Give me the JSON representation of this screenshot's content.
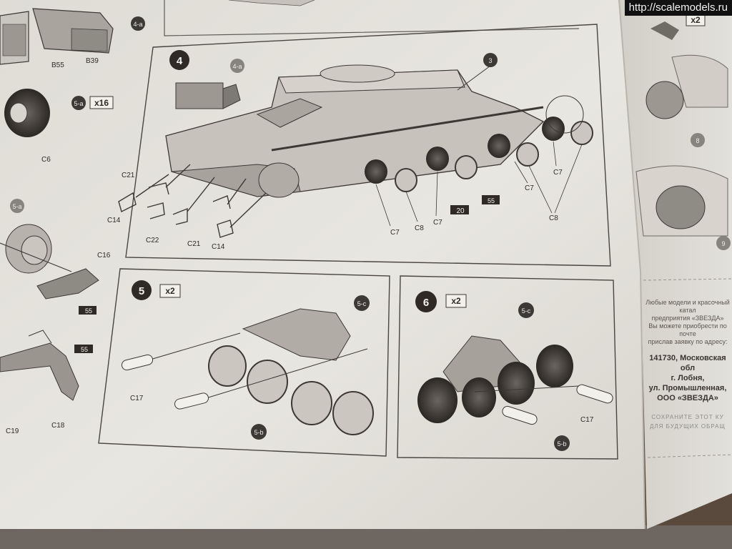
{
  "watermark": "http://scalemodels.ru",
  "steps": {
    "step4": {
      "number": "4",
      "sub_ref": "4-a"
    },
    "step4a": {
      "number": "4-a"
    },
    "step5a": {
      "number": "5-a",
      "qty": "x16"
    },
    "step5": {
      "number": "5",
      "qty": "x2",
      "sub_a": "5-c",
      "sub_b": "5-b"
    },
    "step6": {
      "number": "6",
      "qty": "x2",
      "sub_a": "5-c",
      "sub_b": "5-b"
    },
    "step5a_ref": "5-a"
  },
  "part_labels": {
    "b55": "B55",
    "b39": "B39",
    "c6": "C6",
    "c16": "C16",
    "c19": "C19",
    "c18": "C18",
    "c21a": "C21",
    "c14a": "C14",
    "c22": "C22",
    "c21b": "C21",
    "c14b": "C14",
    "c7a": "C7",
    "c8a": "C8",
    "c7b": "C7",
    "c7c": "C7",
    "c7d": "C7",
    "c8b": "C8",
    "c17a": "C17",
    "c17b": "C17",
    "hull": "3",
    "ref8": "8",
    "ref9": "9",
    "ref_x2": "x2"
  },
  "paint_refs": {
    "p55a": "55",
    "p55b": "55",
    "p20": "20",
    "p55c": "55"
  },
  "address": {
    "l1": "Любые модели и красочный катал",
    "l2": "предприятия «ЗВЕЗДА»",
    "l3": "Вы можете приобрести по почте",
    "l4": "прислав заявку по адресу:",
    "l5": "141730, Московская обл",
    "l6": "г. Лобня,",
    "l7": "ул. Промышленная,",
    "l8": "ООО «ЗВЕЗДА»",
    "l9": "СОХРАНИТЕ ЭТОТ КУ",
    "l10": "ДЛЯ БУДУЩИХ ОБРАЩ"
  },
  "colors": {
    "paper": "#e6e4de",
    "ink": "#2f2a26",
    "wood": "#5a4a3e"
  }
}
